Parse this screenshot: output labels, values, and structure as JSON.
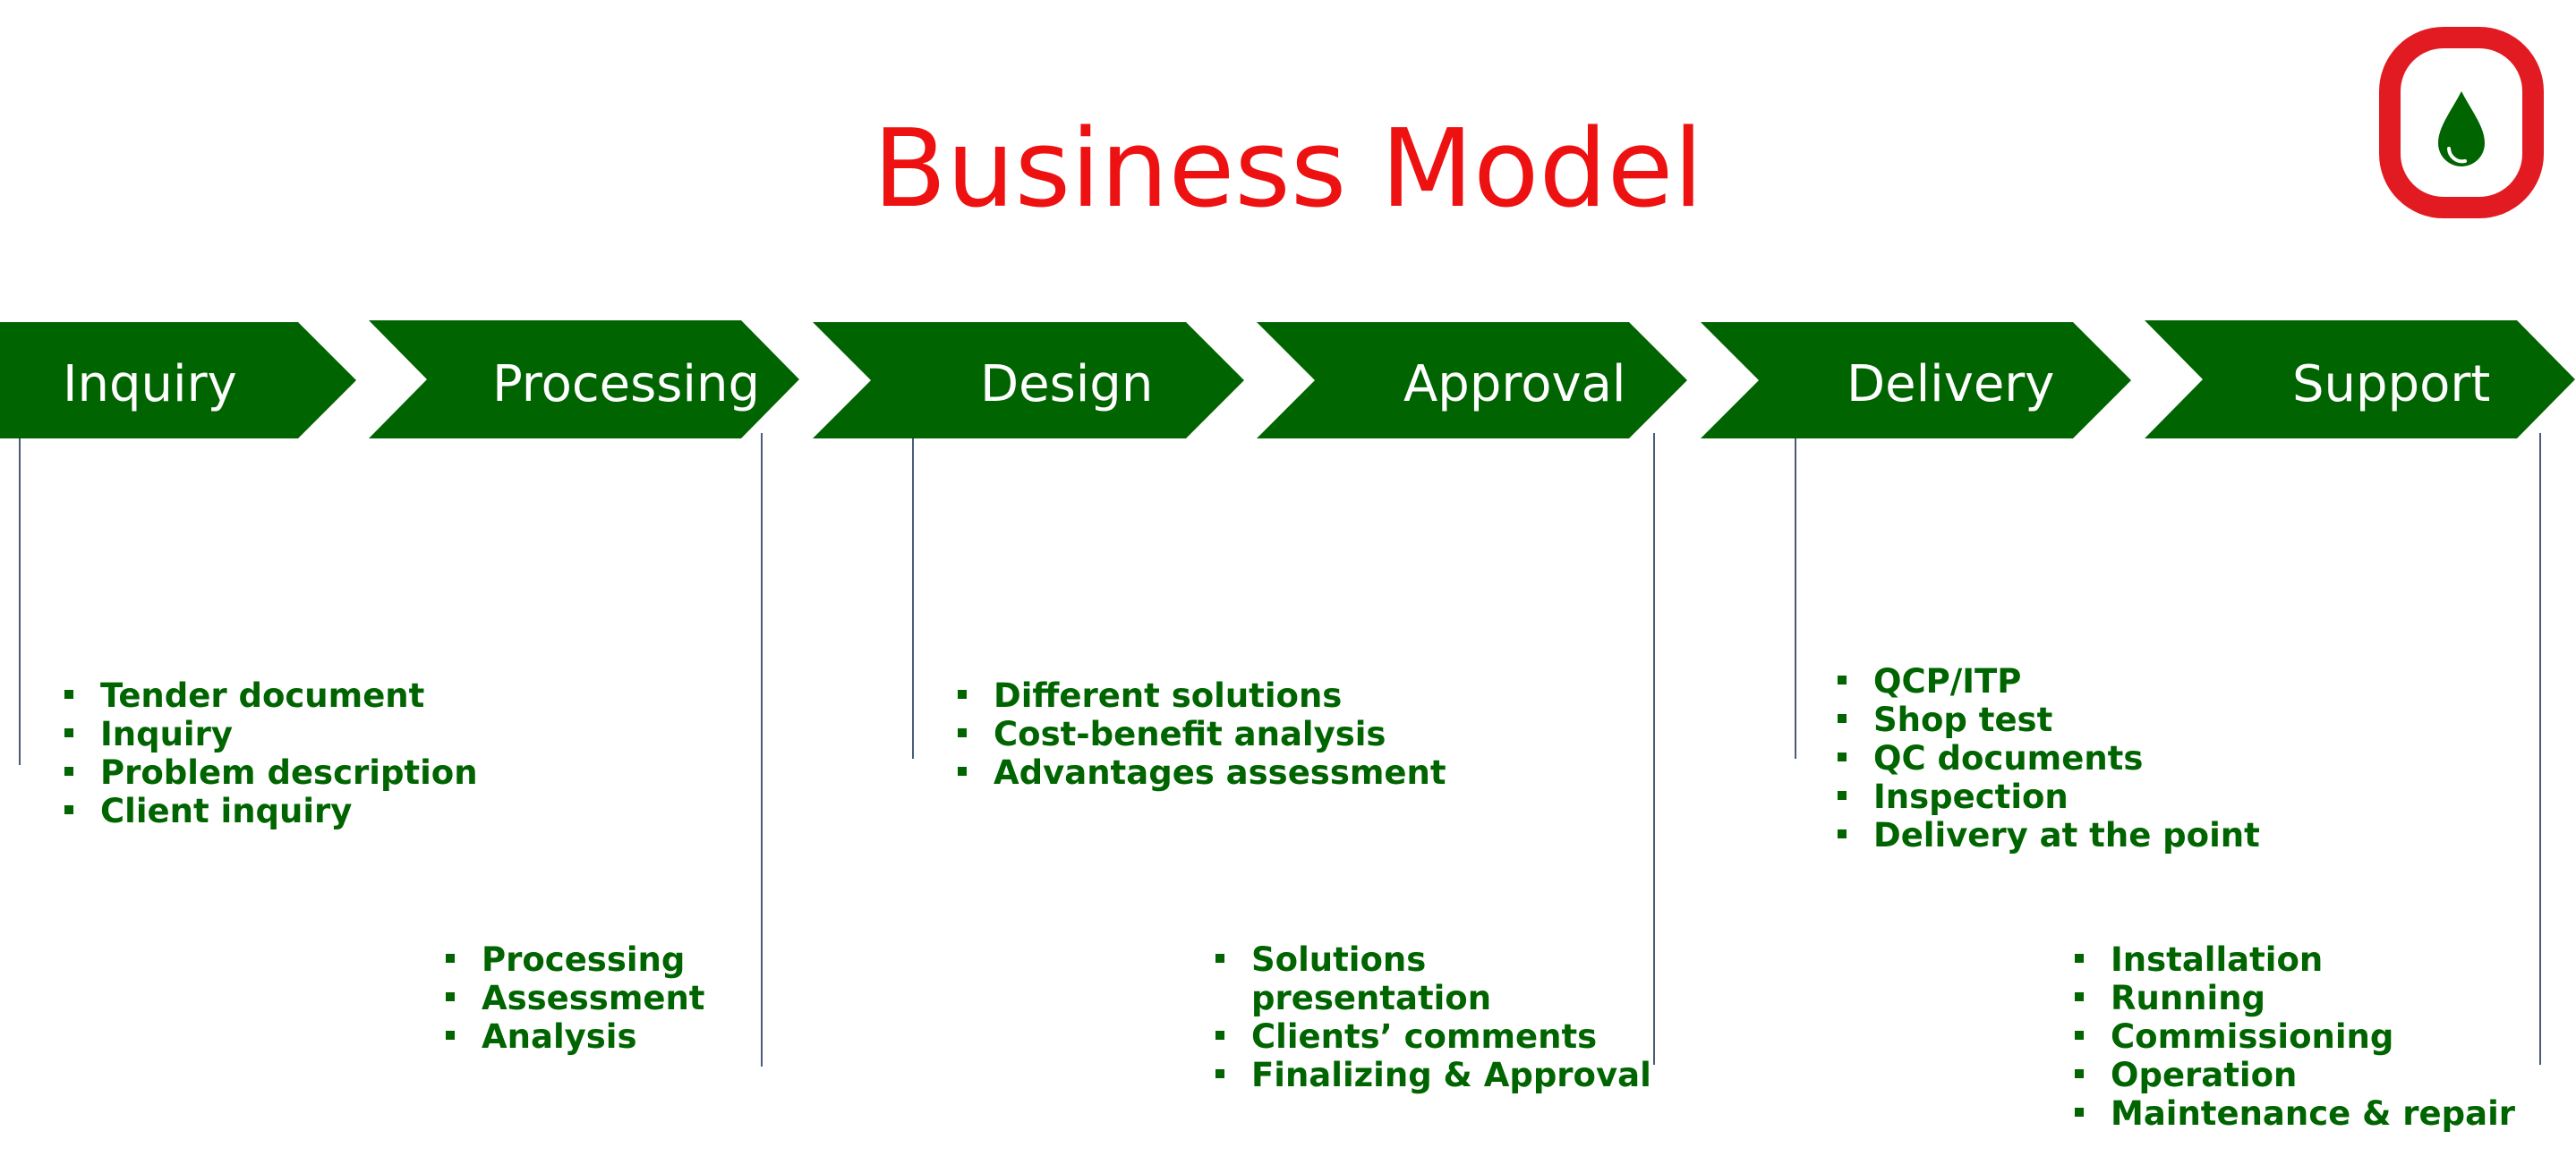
{
  "title": "Business Model",
  "colors": {
    "title": "#ee1111",
    "chevron": "#006400",
    "chevron_text": "#ffffff",
    "bullet_text": "#006400",
    "logo_ring": "#e21b23",
    "connector": "#4a5a78"
  },
  "logo": {
    "icon": "oil-drop-icon"
  },
  "stages": [
    {
      "label": "Inquiry",
      "items": [
        "Tender document",
        "Inquiry",
        "Problem description",
        "Client inquiry"
      ]
    },
    {
      "label": "Processing",
      "items": [
        "Processing",
        "Assessment",
        "Analysis"
      ]
    },
    {
      "label": "Design",
      "items": [
        "Different solutions",
        "Cost-benefit analysis",
        "Advantages assessment"
      ]
    },
    {
      "label": "Approval",
      "items": [
        "Solutions presentation",
        "Clients’ comments",
        "Finalizing & Approval"
      ]
    },
    {
      "label": "Delivery",
      "items": [
        "QCP/ITP",
        "Shop test",
        "QC documents",
        "Inspection",
        "Delivery at the point"
      ]
    },
    {
      "label": "Support",
      "items": [
        "Installation",
        "Running",
        "Commissioning",
        "Operation",
        "Maintenance & repair"
      ]
    }
  ]
}
